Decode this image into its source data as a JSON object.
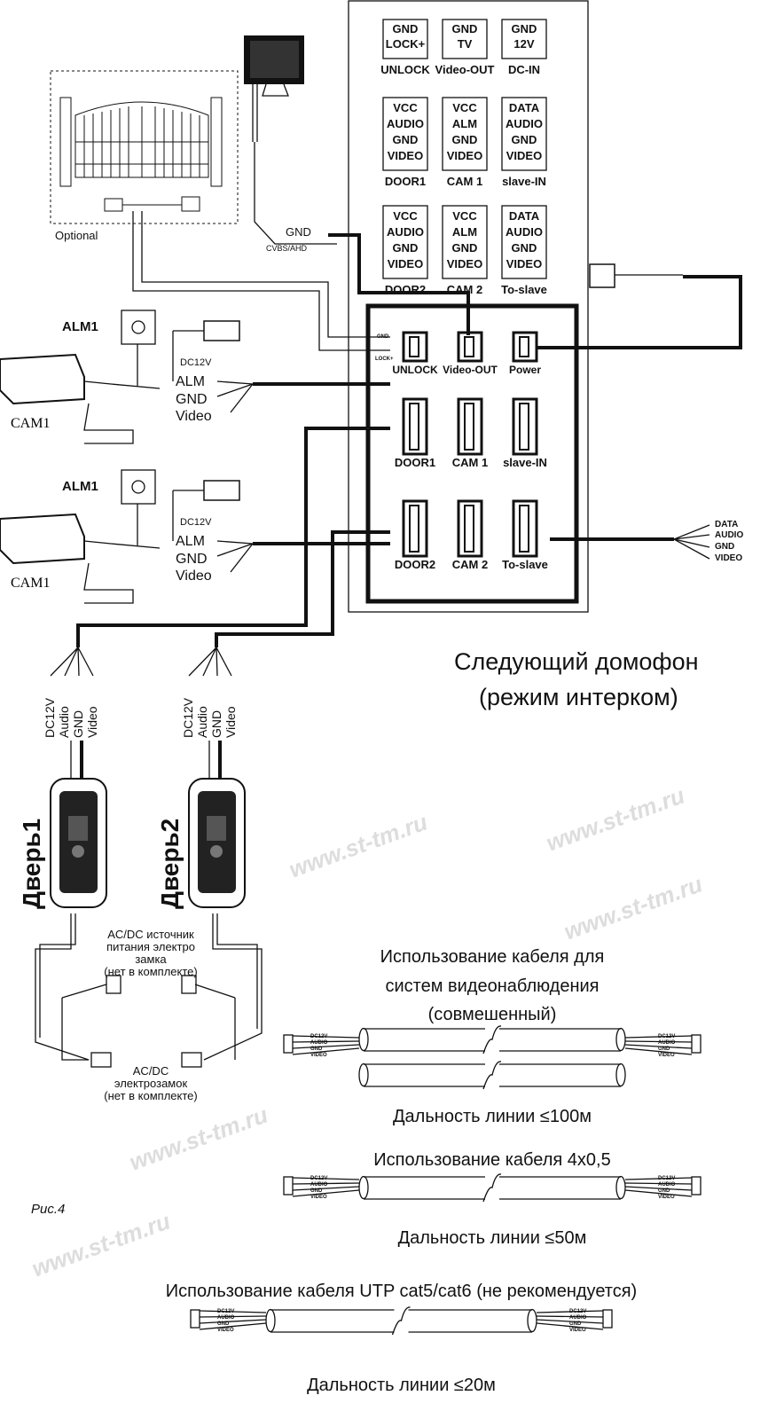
{
  "back_panel": {
    "top_row": [
      {
        "pins": [
          "GND",
          "LOCK+"
        ],
        "label": "UNLOCK"
      },
      {
        "pins": [
          "GND",
          "TV"
        ],
        "label": "Video-OUT"
      },
      {
        "pins": [
          "GND",
          "12V"
        ],
        "label": "DC-IN"
      }
    ],
    "mid_row": [
      {
        "pins": [
          "VCC",
          "AUDIO",
          "GND",
          "VIDEO"
        ],
        "label": "DOOR1"
      },
      {
        "pins": [
          "VCC",
          "ALM",
          "GND",
          "VIDEO"
        ],
        "label": "CAM 1"
      },
      {
        "pins": [
          "DATA",
          "AUDIO",
          "GND",
          "VIDEO"
        ],
        "label": "slave-IN"
      }
    ],
    "bottom_row": [
      {
        "pins": [
          "VCC",
          "AUDIO",
          "GND",
          "VIDEO"
        ],
        "label": "DOOR2"
      },
      {
        "pins": [
          "VCC",
          "ALM",
          "GND",
          "VIDEO"
        ],
        "label": "CAM 2"
      },
      {
        "pins": [
          "DATA",
          "AUDIO",
          "GND",
          "VIDEO"
        ],
        "label": "To-slave"
      }
    ]
  },
  "board": {
    "connectors": [
      "UNLOCK",
      "Video-OUT",
      "Power",
      "DOOR1",
      "CAM 1",
      "slave-IN",
      "DOOR2",
      "CAM 2",
      "To-slave"
    ],
    "lock_pins": [
      "GND",
      "LOCK+"
    ]
  },
  "gate": {
    "label": "Optional"
  },
  "monitor_wires": [
    "GND",
    "CVBS/AHD"
  ],
  "cameras": [
    {
      "alarm": "ALM1",
      "name": "CAM1",
      "wires": [
        "DC12V",
        "ALM",
        "GND",
        "Video"
      ]
    },
    {
      "alarm": "ALM1",
      "name": "CAM1",
      "wires": [
        "DC12V",
        "ALM",
        "GND",
        "Video"
      ]
    }
  ],
  "slave_wires": [
    "DATA",
    "AUDIO",
    "GND",
    "VIDEO"
  ],
  "title": [
    "Следующий домофон",
    "(режим интерком)"
  ],
  "doors": [
    {
      "label": "Дверь1",
      "wires": [
        "DC12V",
        "Audio",
        "GND",
        "Video"
      ]
    },
    {
      "label": "Дверь2",
      "wires": [
        "DC12V",
        "Audio",
        "GND",
        "Video"
      ]
    }
  ],
  "power_supply": [
    "AC/DC источник",
    "питания электро",
    "замка",
    "(нет в комплекте)"
  ],
  "lock": [
    "AC/DC",
    "электрозамок",
    "(нет в комплекте)"
  ],
  "cable_wires": [
    "DC12V",
    "AUDIO",
    "GND",
    "VIDEO"
  ],
  "cables": [
    {
      "title": [
        "Использование кабеля для",
        "систем видеонаблюдения",
        "(совмешенный)"
      ],
      "range": "Дальность линии ≤100м"
    },
    {
      "title": [
        "Использование кабеля 4x0,5"
      ],
      "range": "Дальность линии ≤50м"
    },
    {
      "title": [
        "Использование кабеля UTP cat5/cat6 (не рекомендуется)"
      ],
      "range": "Дальность линии ≤20м"
    }
  ],
  "figure_label": "Рис.4",
  "watermark": "www.st-tm.ru"
}
